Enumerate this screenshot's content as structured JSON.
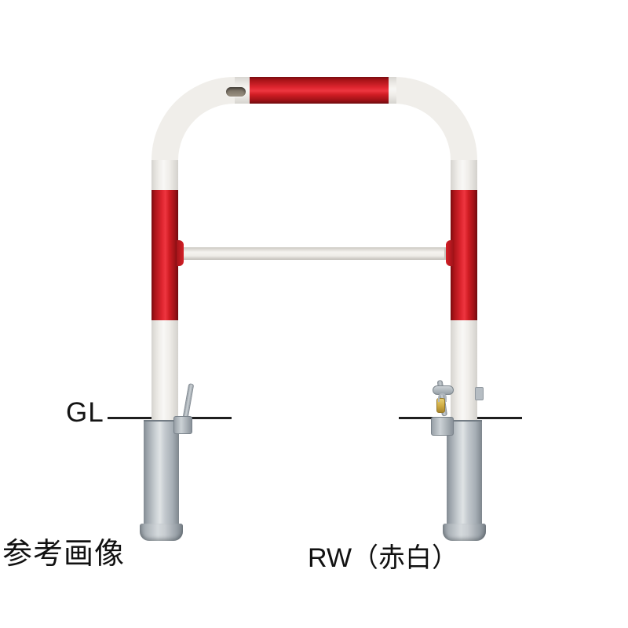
{
  "background_color": "#ffffff",
  "figure": {
    "subject": "arch-type-barricade-bollard",
    "finish": "red-white-striped-pipe-with-galvanized-ground-sleeves",
    "colors": {
      "band_red_bright": "#ee3640",
      "band_red_mid": "#d11d24",
      "band_red_dark": "#7a0c10",
      "pipe_white": "#f0eeea",
      "sleeve_metal_light": "#dfe3e5",
      "sleeve_metal_mid": "#b3bac0",
      "sleeve_metal_dark": "#7e868d",
      "padlock_brass": "#cfab42",
      "annotation_line": "#1f1f1f",
      "text": "#111111"
    }
  },
  "annotations": {
    "ground_level_label": "GL",
    "caption_left": "参考画像",
    "caption_right": "RW（赤白）"
  }
}
